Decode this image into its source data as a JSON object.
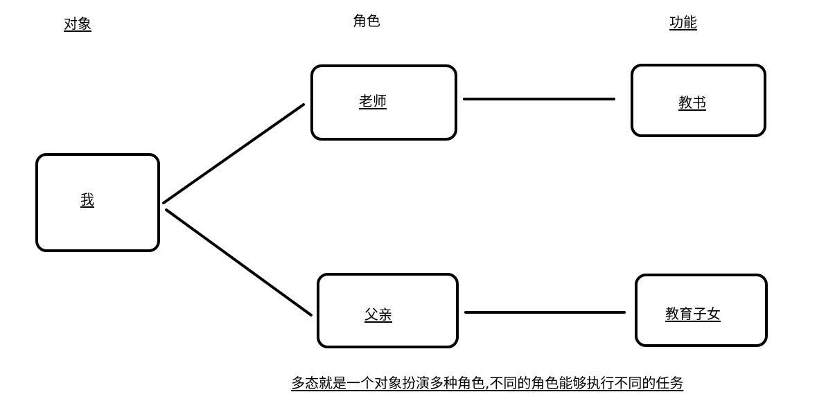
{
  "headers": {
    "object": "对象",
    "role": "角色",
    "function": "功能"
  },
  "nodes": {
    "me": "我",
    "teacher": "老师",
    "father": "父亲",
    "teaching": "教书",
    "educate_children": "教育子女"
  },
  "caption": "多态就是一个对象扮演多种角色,不同的角色能够执行不同的任务"
}
